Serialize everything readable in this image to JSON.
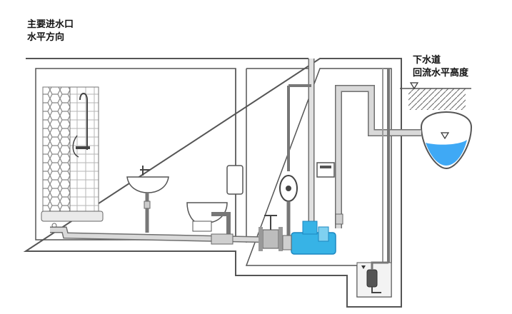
{
  "labels": {
    "inlet_line1": "主要进水口",
    "inlet_line2": "水平方向",
    "sewer_line1": "下水道",
    "sewer_line2": "回流水平高度"
  },
  "colors": {
    "wall": "#555555",
    "pipe_fill": "#d9d9d9",
    "pipe_stroke": "#6f6f6f",
    "water": "#3fa9f5",
    "pump": "#37b3e6",
    "pump_dark": "#1c87c0",
    "tile": "#c9c9c9",
    "earth": "#7a7a7a"
  },
  "icons": [
    "shower-icon",
    "sink-icon",
    "toilet-icon",
    "gate-valve-icon",
    "check-valve-icon",
    "lifting-pump-icon",
    "control-box-icon",
    "submersible-pump-icon",
    "sewer-pipe-icon",
    "water-level-icon"
  ]
}
